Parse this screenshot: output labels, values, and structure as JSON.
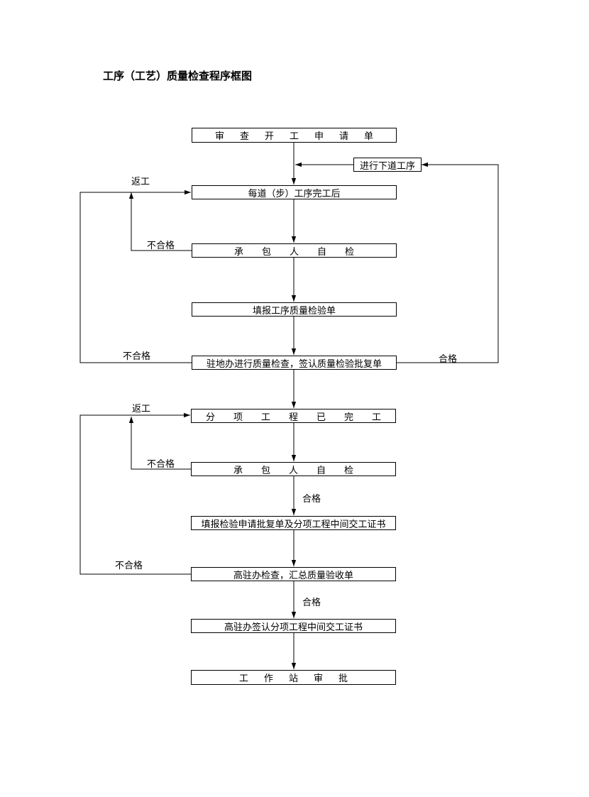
{
  "title": "工序（工艺）质量检查程序框图",
  "boxes": {
    "review": "审查开工申请单",
    "next": "进行下道工序",
    "each_step": "每道（步）工序完工后",
    "self_check_1": "承包人自检",
    "fill_form": "填报工序质量检验单",
    "resident_check": "驻地办进行质量检查，签认质量检验批复单",
    "sub_done": "分项工程已完工",
    "self_check_2": "承包人自检",
    "fill_apply": "填报检验申请批复单及分项工程中间交工证书",
    "high_check": "高驻办检查，汇总质量验收单",
    "high_sign": "高驻办签认分项工程中间交工证书",
    "station_approve": "工作站审批"
  },
  "labels": {
    "rework_1": "返工",
    "fail_1": "不合格",
    "fail_2": "不合格",
    "pass_1": "合格",
    "rework_2": "返工",
    "fail_3": "不合格",
    "pass_2": "合格",
    "fail_4": "不合格",
    "pass_3": "合格"
  }
}
